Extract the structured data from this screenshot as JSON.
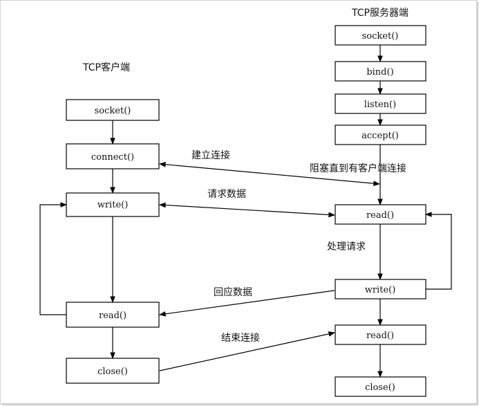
{
  "server": {
    "title": "TCP服务器端",
    "socket": "socket()",
    "bind": "bind()",
    "listen": "listen()",
    "accept": "accept()",
    "block_note": "阻塞直到有客户端连接",
    "read": "read()",
    "process_note": "处理请求",
    "write": "write()",
    "read2": "read()",
    "close": "close()"
  },
  "client": {
    "title": "TCP客户端",
    "socket": "socket()",
    "connect": "connect()",
    "write": "write()",
    "read": "read()",
    "close": "close()"
  },
  "messages": {
    "establish": "建立连接",
    "request": "请求数据",
    "response": "回应数据",
    "terminate": "结束连接"
  }
}
